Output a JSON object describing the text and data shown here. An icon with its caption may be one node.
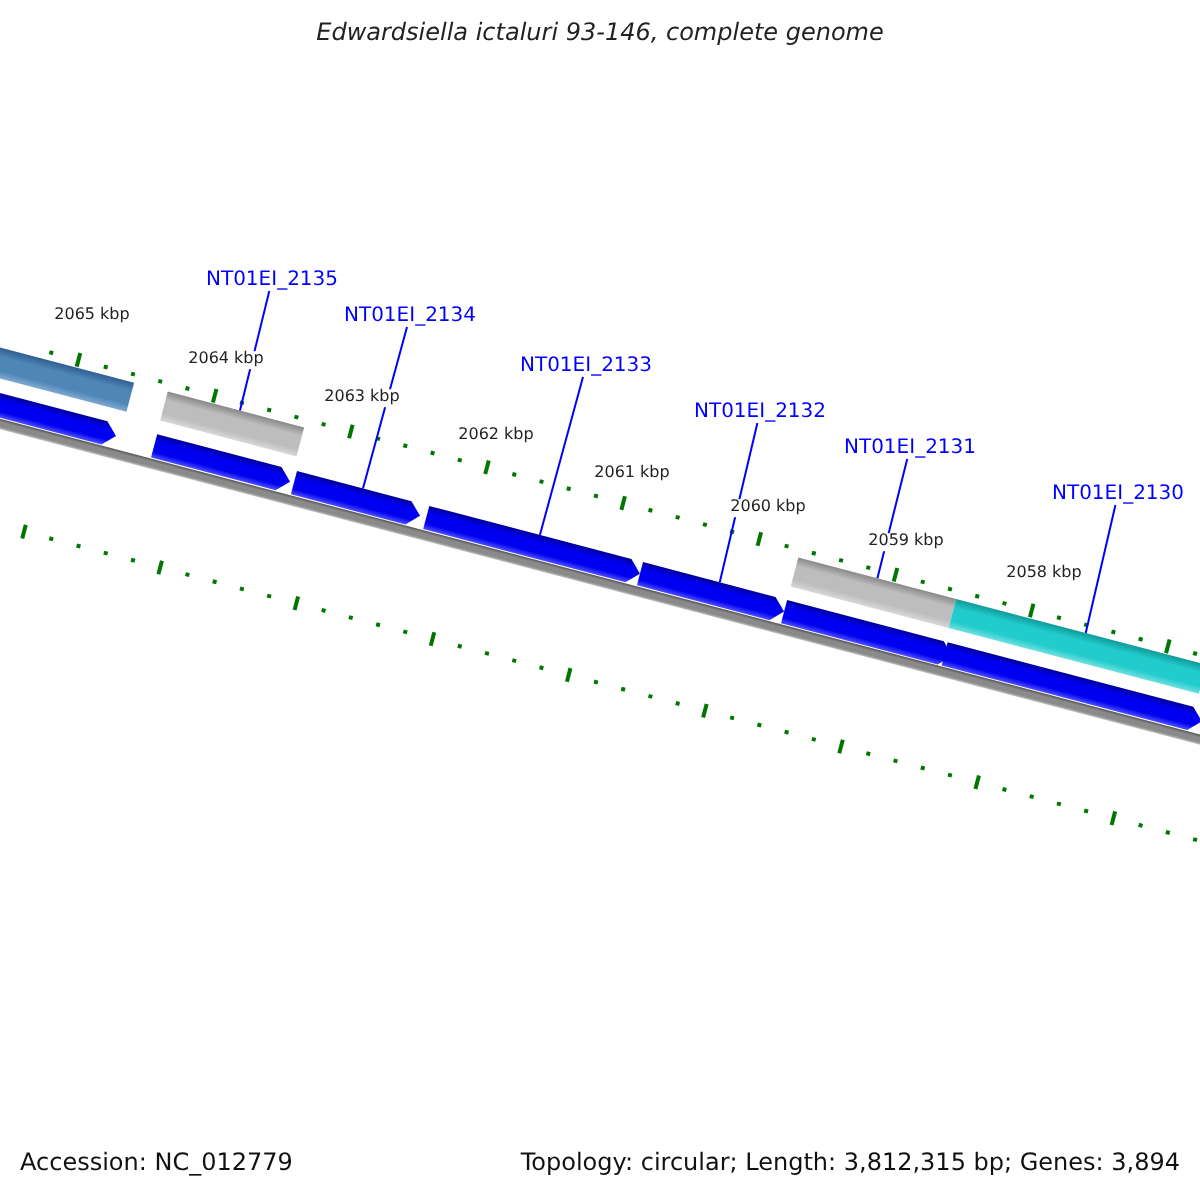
{
  "diagram": {
    "title": "Edwardsiella ictaluri 93-146, complete genome",
    "nodes": [
      {
        "text": [
          "NT01EI_2135"
        ]
      },
      {
        "text": [
          "NT01EI_2134"
        ]
      },
      {
        "text": [
          "NT01EI_2133"
        ]
      },
      {
        "text": [
          "NT01EI_2132"
        ]
      },
      {
        "text": [
          "NT01EI_2131"
        ]
      },
      {
        "text": [
          "NT01EI_2130"
        ]
      },
      {
        "text": [],
        "shape": "bar"
      },
      {
        "text": [],
        "shape": "bar"
      },
      {
        "text": [],
        "shape": "bar"
      },
      {
        "text": [],
        "shape": "bar"
      },
      {
        "text": [],
        "shape": "pentagon"
      },
      {
        "text": [],
        "shape": "pentagon"
      },
      {
        "text": [],
        "shape": "pentagon"
      },
      {
        "text": [],
        "shape": "pentagon"
      },
      {
        "text": [],
        "shape": "pentagon"
      },
      {
        "text": [],
        "shape": "pentagon"
      },
      {
        "text": [],
        "shape": "pentagon"
      }
    ],
    "edges": [
      {
        "from": 0,
        "to": 7,
        "arrow": "none"
      },
      {
        "from": 1,
        "to": 12,
        "arrow": "none"
      },
      {
        "from": 2,
        "to": 13,
        "arrow": "none"
      },
      {
        "from": 3,
        "to": 14,
        "arrow": "none"
      },
      {
        "from": 4,
        "to": 8,
        "arrow": "none"
      },
      {
        "from": 5,
        "to": 9,
        "arrow": "none"
      }
    ],
    "labels": [
      "2065 kbp",
      "2064 kbp",
      "2063 kbp",
      "2062 kbp",
      "2061 kbp",
      "2060 kbp",
      "2059 kbp",
      "2058 kbp",
      "Accession: NC_012779",
      "Topology: circular; Length: 3,812,315 bp; Genes: 3,894"
    ]
  }
}
